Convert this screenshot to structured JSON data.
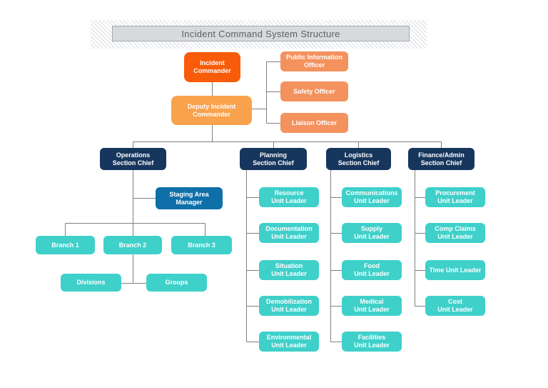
{
  "title": "Incident Command System Structure",
  "palette": {
    "incident_commander": "#F85C0A",
    "deputy_commander": "#F9A24D",
    "command_staff": "#F4925E",
    "section_chief": "#17365D",
    "staging_manager": "#0F70A9",
    "unit_teal": "#3FD0CA",
    "connector_gray": "#808080",
    "title_fill": "#D7DADC",
    "title_border": "#A6ABB0",
    "title_text": "#5A6068"
  },
  "command": {
    "incident_commander": "Incident\nCommander",
    "deputy_incident_commander": "Deputy Incident\nCommander"
  },
  "command_staff": {
    "public_information_officer": "Public Information\nOfficer",
    "safety_officer": "Safety Officer",
    "liaison_officer": "Liaison Officer"
  },
  "sections": {
    "operations": {
      "chief": "Operations\nSection Chief",
      "staging_area_manager": "Staging Area\nManager",
      "branch_1": "Branch 1",
      "branch_2": "Branch 2",
      "branch_3": "Branch 3",
      "divisions": "Divisions",
      "groups": "Groups"
    },
    "planning": {
      "chief": "Planning\nSection Chief",
      "units": {
        "resource": "Resource\nUnit Leader",
        "documentation": "Documentation\nUnit Leader",
        "situation": "Situation\nUnit Leader",
        "demobilization": "Demobilization\nUnit Leader",
        "environmental": "Environmental\nUnit Leader"
      }
    },
    "logistics": {
      "chief": "Logistics\nSection Chief",
      "units": {
        "communications": "Communications\nUnit Leader",
        "supply": "Supply\nUnit Leader",
        "food": "Food\nUnit Leader",
        "medical": "Medical\nUnit Leader",
        "facilities": "Facilities\nUnit Leader"
      }
    },
    "finance_admin": {
      "chief": "Finance/Admin\nSection Chief",
      "units": {
        "procurement": "Procurement\nUnit Leader",
        "comp_claims": "Comp Claims\nUnit Leader",
        "time": "Time Unit Leader",
        "cost": "Cost\nUnit Leader"
      }
    }
  }
}
